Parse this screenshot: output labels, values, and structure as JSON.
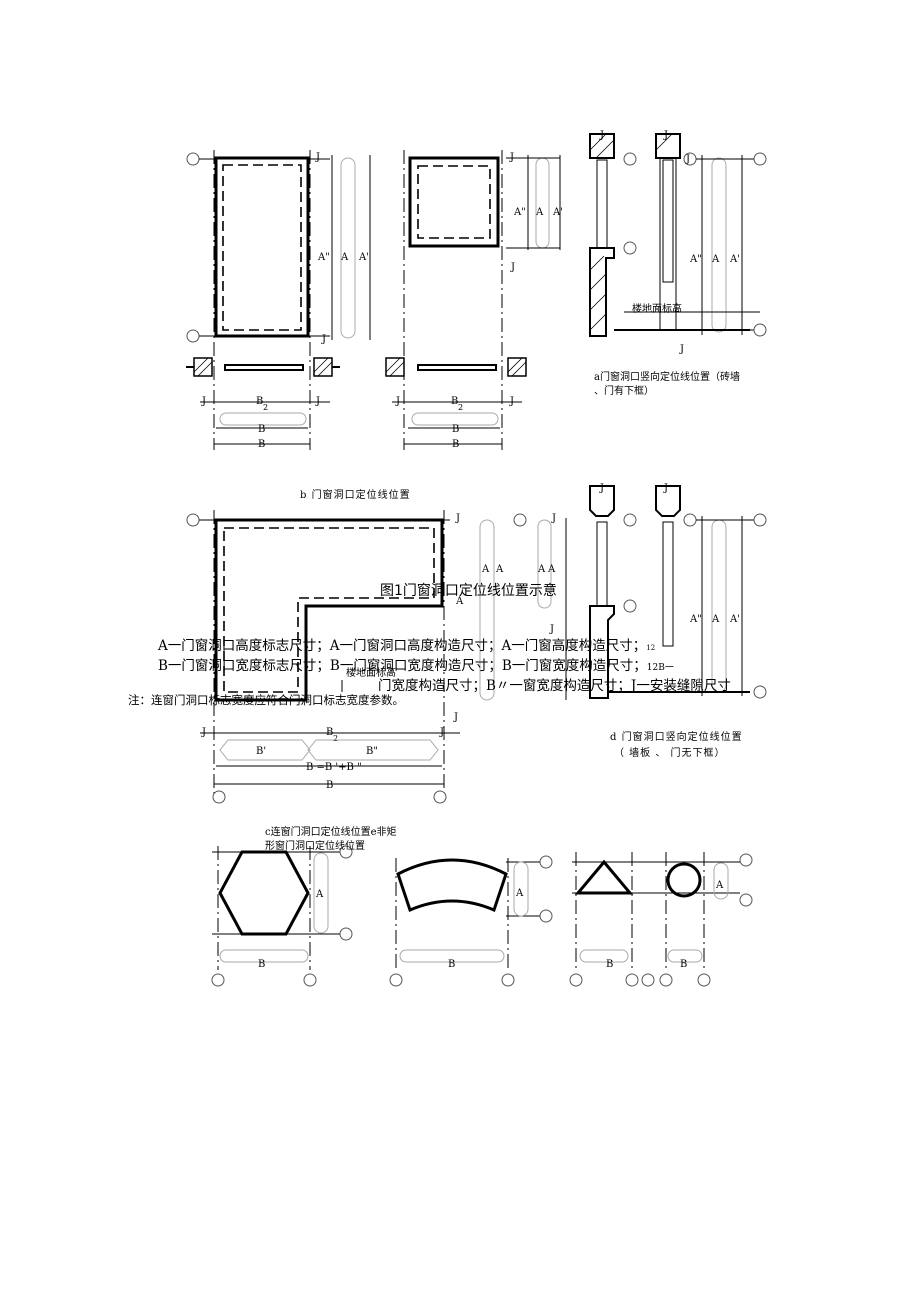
{
  "figure": {
    "title": "图1门窗洞口定位线位置示意",
    "legend_line1": "A一门窗洞口高度标志尺寸；A一门窗洞口高度构造尺寸；A一门窗高度构造尺寸；",
    "legend_line1_tail": "12",
    "legend_line2": "B一门窗洞口宽度标志尺寸；B一门窗洞口宽度构造尺寸；B一门窗宽度构造尺寸；",
    "legend_line2_tail": "12B一",
    "legend_line3": "门宽度构造尺寸；B〃一窗宽度构造尺寸；J一安装缝隙尺寸",
    "note": "注：连窗门洞口标志宽度应符合门洞口标志宽度参数。"
  },
  "captions": {
    "a_line1": "a门窗洞口竖向定位线位置（砖墙",
    "a_line2": "、门有下框）",
    "b": "b 门窗洞口定位线位置",
    "ce_line1": "c连窗门洞口定位线位置e非矩",
    "ce_line2": "形窗门洞口定位线位置",
    "d_line1": "d 门窗洞口竖向定位线位置",
    "d_line2": "（ 墙板 、 门无下框）"
  },
  "labels": {
    "A": "A",
    "A_prime": "A'",
    "A_dprime": "A\"",
    "B": "B",
    "B_prime": "B'",
    "B_dprime": "B\"",
    "B_sum": "B =B '+B \"",
    "J": "J",
    "sub_1": "1",
    "sub_2": "2",
    "floor_level": "楼地面标高"
  }
}
